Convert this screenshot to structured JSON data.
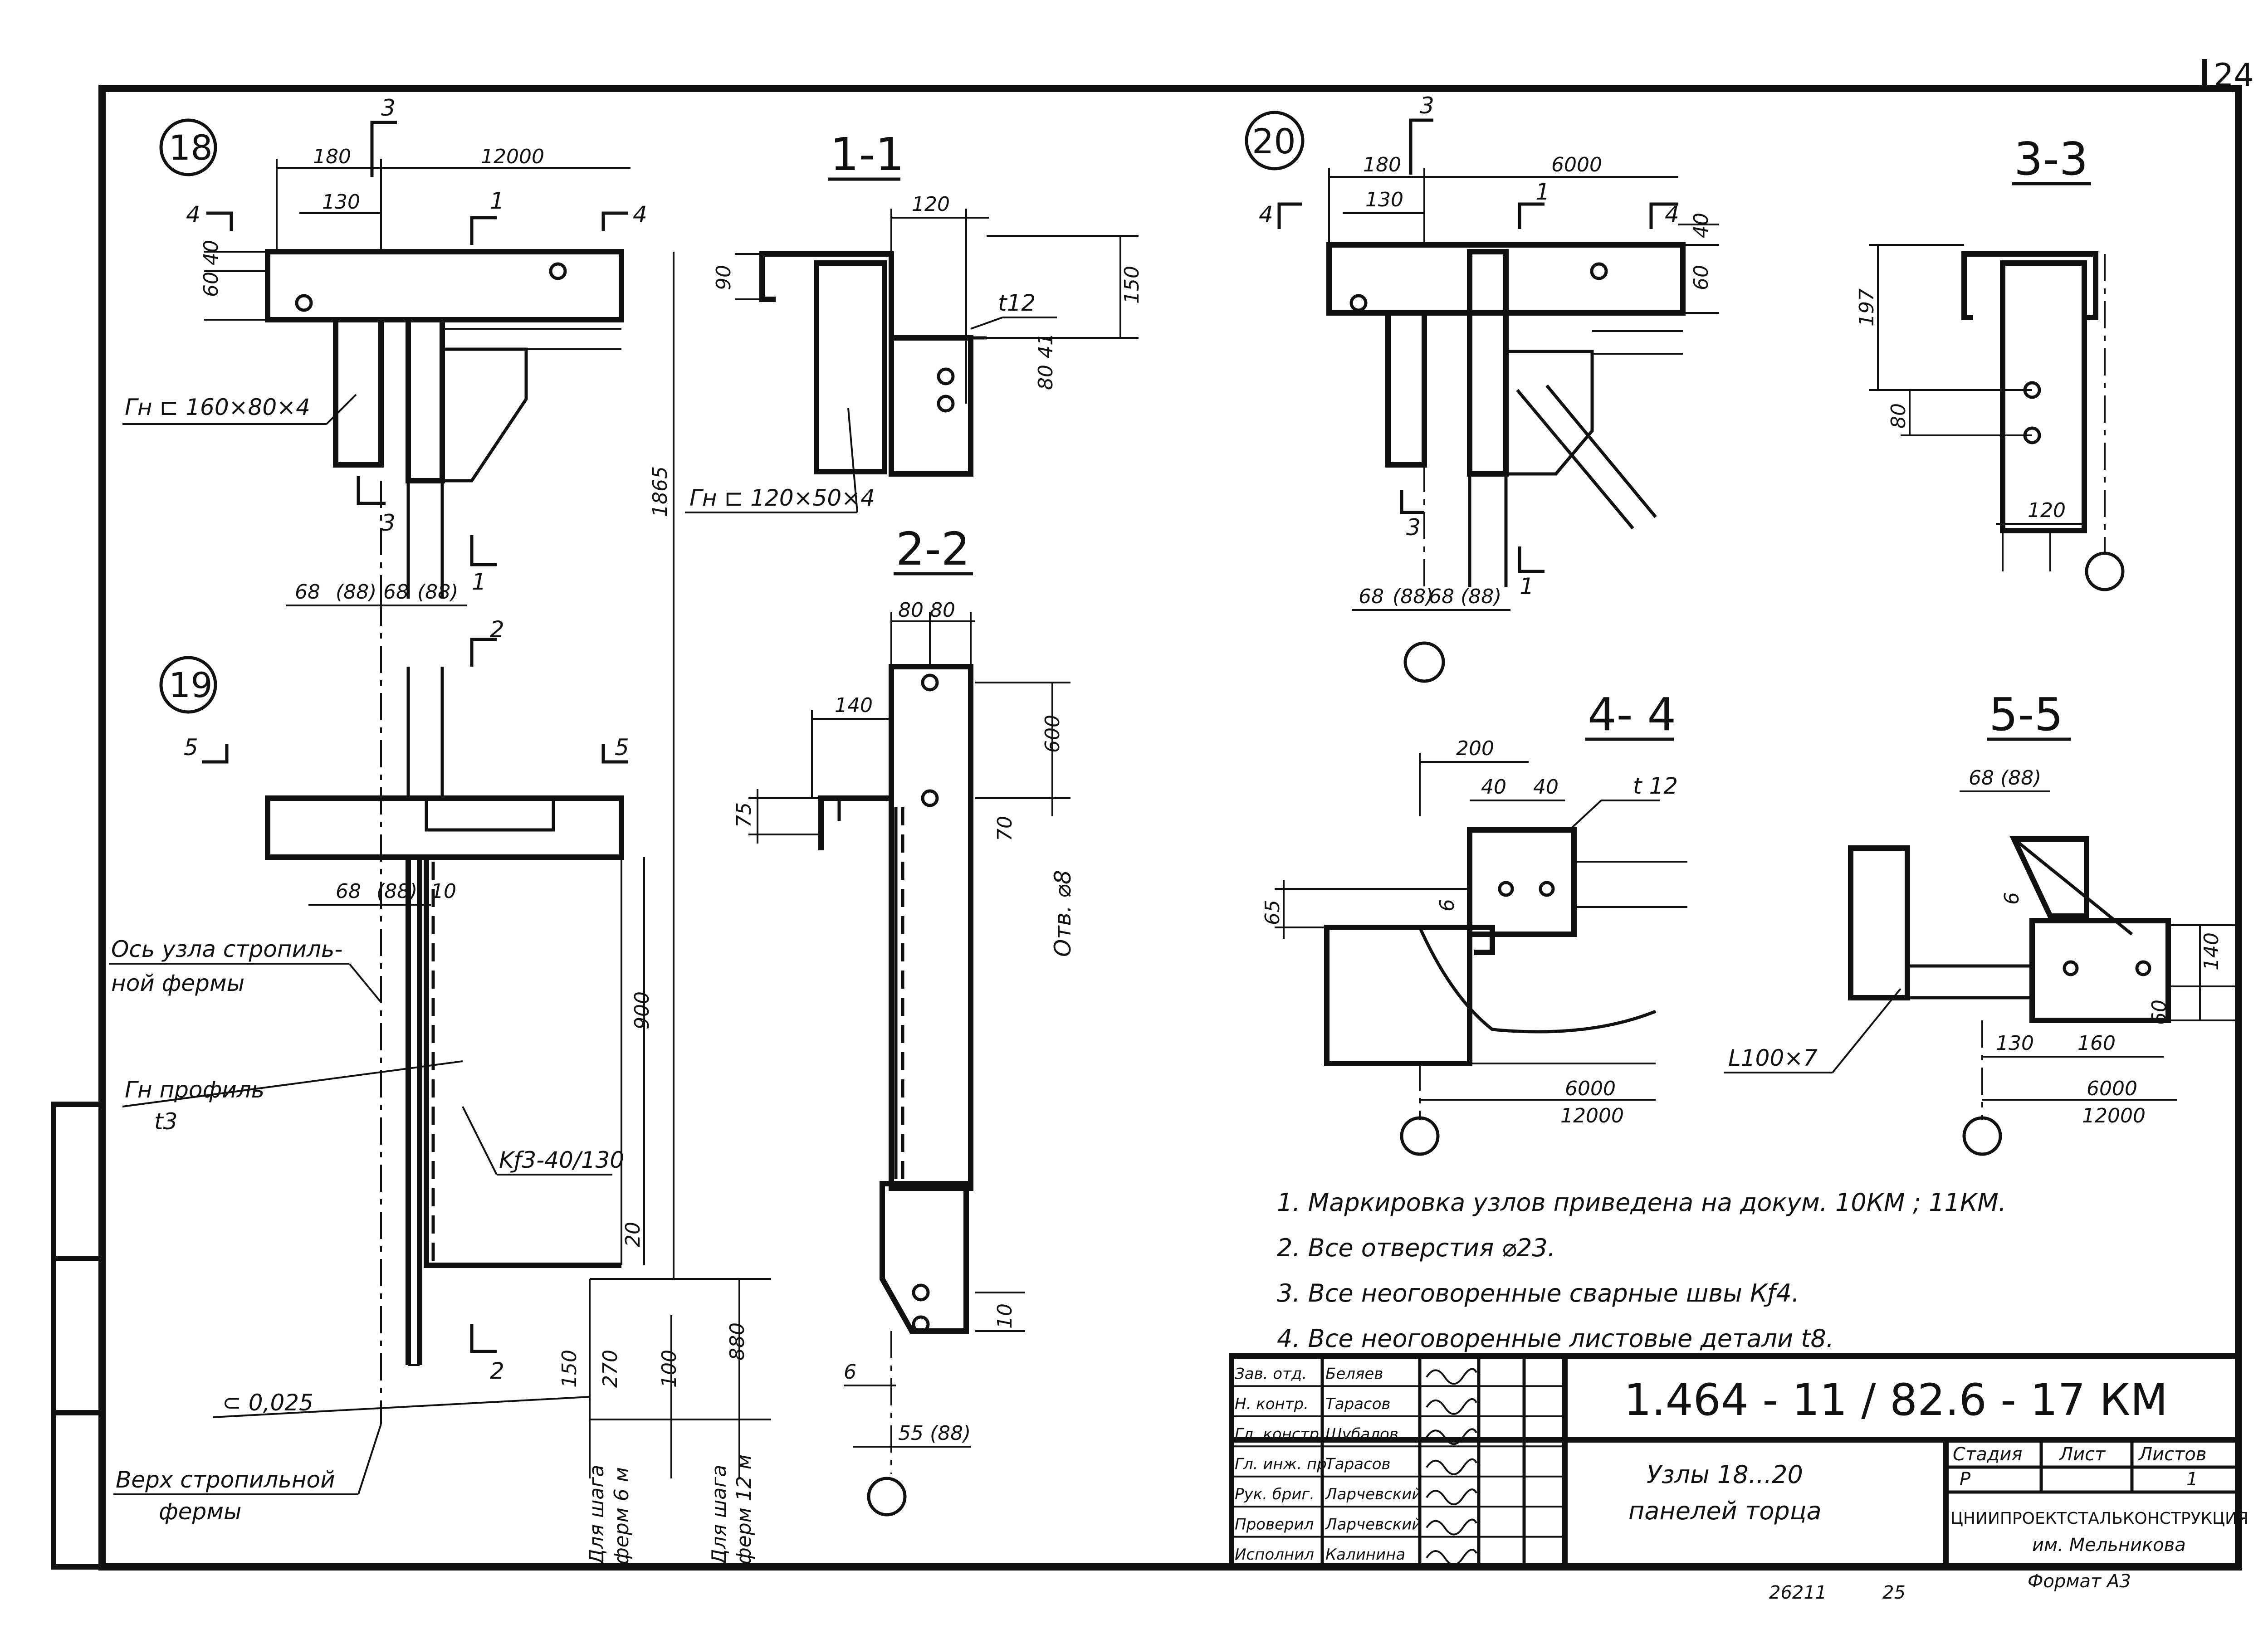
{
  "page_number": "24",
  "nodes": {
    "n18": "18",
    "n19": "19",
    "n20": "20"
  },
  "sections": {
    "s11": "1-1",
    "s22": "2-2",
    "s33": "3-3",
    "s44": "4- 4",
    "s55": "5-5"
  },
  "cut_marks": {
    "c1": "1",
    "c2": "2",
    "c3": "3",
    "c4": "4",
    "c5": "5"
  },
  "dimensions": {
    "d180": "180",
    "d12000": "12000",
    "d130": "130",
    "d6000": "6000",
    "d40": "40",
    "d60": "60",
    "d1865": "1865",
    "d68": "68",
    "d88": "(88)",
    "d120": "120",
    "d90": "90",
    "d150": "150",
    "d80": "80",
    "d41": "41",
    "d197": "197",
    "d200": "200",
    "d65": "65",
    "d6": "6",
    "d140": "140",
    "d160": "160",
    "d68_88": "68 (88)",
    "d600": "600",
    "d75": "75",
    "d70": "70",
    "d8080": "80  80",
    "d10": "10",
    "d900": "900",
    "d270": "270",
    "d100": "100",
    "d880": "880",
    "d55_88": "55 (88)",
    "d20": "20"
  },
  "labels": {
    "profile_18": "Гн ⊏ 160×80×4",
    "profile_11": "Гн ⊏ 120×50×4",
    "t12": "t12",
    "t12b": "t 12",
    "hole": "Отв. ⌀8",
    "weld": "Kƒ3-40/130",
    "axis_1": "Ось узла  стропиль-",
    "axis_2": "ной фермы",
    "prof_1": "Гн  профиль",
    "prof_2": "t3",
    "slope": "⊂ 0,025",
    "top_1": "Верх  стропильной",
    "top_2": "фермы",
    "step6_1": "Для шага",
    "step6_2": "ферм 6 м",
    "step12_1": "Для шага",
    "step12_2": "ферм 12 м",
    "angle": "L100×7"
  },
  "notes": [
    "1. Маркировка  узлов  приведена  на  докум. 10КМ ; 11КМ.",
    "2. Все  отверстия   ⌀23.",
    "3. Все  неоговоренные  сварные  швы   Кƒ4.",
    "4. Все  неоговоренные  листовые   детали  t8."
  ],
  "title_block": {
    "doc_code": "1.464 - 11 / 82.6 - 17 КМ",
    "title_1": "Узлы 18...20",
    "title_2": "панелей  торца",
    "stage_h": "Стадия",
    "sheet_h": "Лист",
    "sheets_h": "Листов",
    "stage": "Р",
    "sheets": "1",
    "org": "ЦНИИПРОЕКТСТАЛЬКОНСТРУКЦИЯ",
    "org_2": "им. Мельникова",
    "format": "Формат А3",
    "bottom_stamp_1": "26211",
    "bottom_stamp_2": "25",
    "rows": [
      {
        "role": "Зав. отд.",
        "name": "Беляев"
      },
      {
        "role": "Н. контр.",
        "name": "Тарасов"
      },
      {
        "role": "Гл. констр.",
        "name": "Шубалов"
      },
      {
        "role": "Гл. инж. пр.",
        "name": "Тарасов"
      },
      {
        "role": "Рук. бриг.",
        "name": "Ларчевский"
      },
      {
        "role": "Проверил",
        "name": "Ларчевский"
      },
      {
        "role": "Исполнил",
        "name": "Калинина"
      }
    ]
  }
}
